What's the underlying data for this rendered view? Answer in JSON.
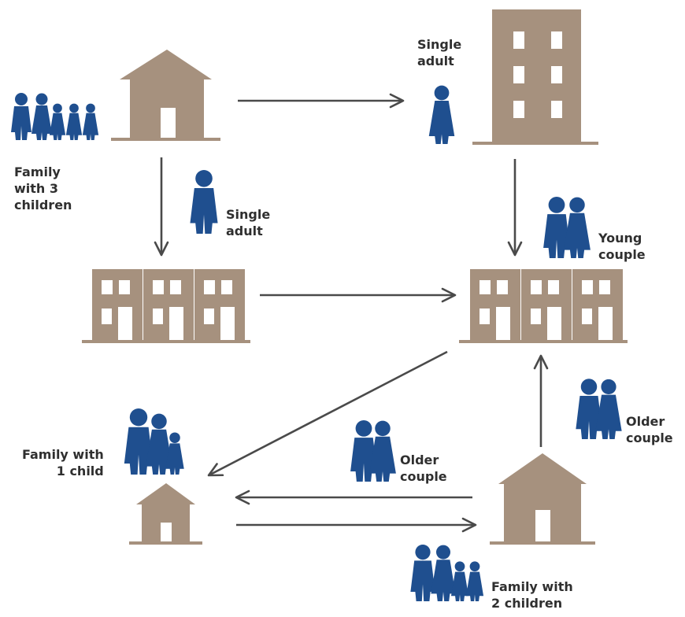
{
  "colors": {
    "building": "#a6917e",
    "window": "#ffffff",
    "people": "#1f4f8f",
    "arrow": "#4a4a4a",
    "text": "#2f2f2f"
  },
  "labels": {
    "family_3_children": "Family\nwith 3\nchildren",
    "single_adult_top": "Single\nadult",
    "single_adult_middle": "Single\nadult",
    "young_couple": "Young\ncouple",
    "older_couple_right": "Older\ncouple",
    "older_couple_middle": "Older\ncouple",
    "family_1_child": "Family with\n1 child",
    "family_2_children": "Family with\n2 children"
  }
}
